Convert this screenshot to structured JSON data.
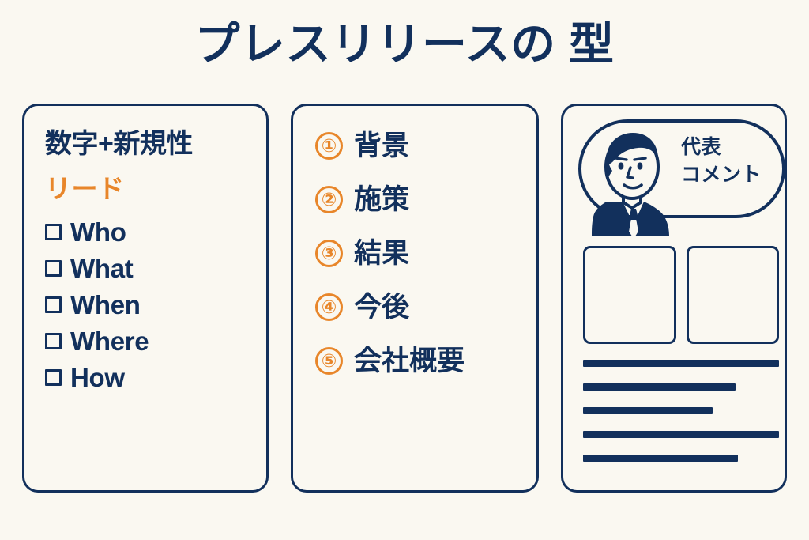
{
  "title": "プレスリリースの 型",
  "colors": {
    "background": "#faf8f1",
    "navy": "#12305c",
    "orange": "#e8862a"
  },
  "cards": [
    {
      "id": "lead-card",
      "heading": "数字+新規性",
      "subheading": "リード",
      "checklist": [
        {
          "label": "Who"
        },
        {
          "label": "What"
        },
        {
          "label": "When"
        },
        {
          "label": "Where"
        },
        {
          "label": "How"
        }
      ]
    },
    {
      "id": "structure-card",
      "steps": [
        {
          "number": "①",
          "label": "背景"
        },
        {
          "number": "②",
          "label": "施策"
        },
        {
          "number": "③",
          "label": "結果"
        },
        {
          "number": "④",
          "label": "今後"
        },
        {
          "number": "⑤",
          "label": "会社概要"
        }
      ]
    },
    {
      "id": "comment-card",
      "comment_label_line1": "代表",
      "comment_label_line2": "コメント",
      "portrait_icon": "executive-portrait-icon",
      "image_placeholders": 2,
      "text_lines": [
        100,
        78,
        66,
        100,
        79
      ]
    }
  ]
}
